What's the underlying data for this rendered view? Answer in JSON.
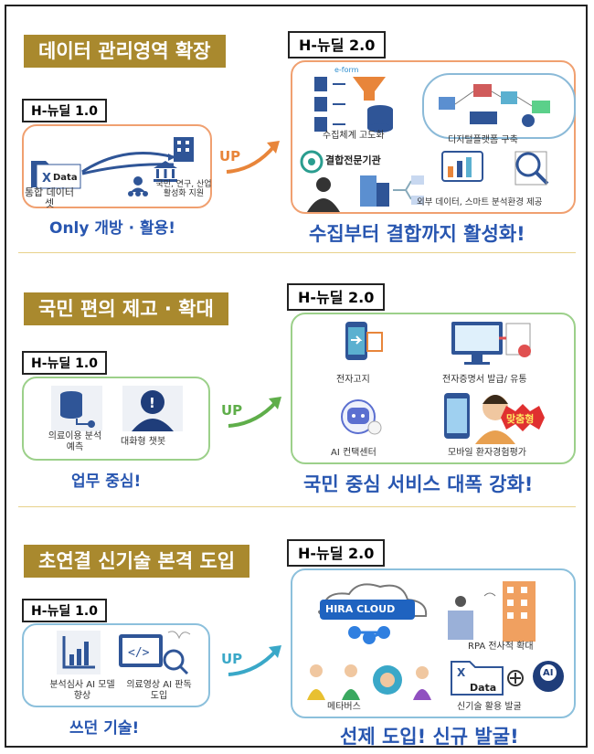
{
  "section1": {
    "title": "데이터 관리영역 확장",
    "v1_label": "H-뉴딜 1.0",
    "v1_items": [
      "통합 데이터셋",
      "국민, 연구, 산업 활성화 지원"
    ],
    "v1_data_text": "Data",
    "v1_slogan": "Only 개방 · 활용!",
    "up": "UP",
    "v2_label": "H-뉴딜 2.0",
    "v2_items": [
      "수집체계 고도화",
      "디지털플랫폼 구축",
      "결합전문기관",
      "외부 데이터, 스마트 분석환경 제공"
    ],
    "eform_text": "e-form",
    "v2_slogan": "수집부터 결합까지 활성화!"
  },
  "section2": {
    "title": "국민 편의 제고 · 확대",
    "v1_label": "H-뉴딜 1.0",
    "v1_items": [
      "의료이용 분석예측",
      "대화형 챗봇"
    ],
    "v1_slogan": "업무 중심!",
    "up": "UP",
    "v2_label": "H-뉴딜 2.0",
    "v2_items": [
      "전자고지",
      "전자증명서 발급/ 유통",
      "AI 컨택센터",
      "모바일 환자경험평가"
    ],
    "badge": "맞춤형",
    "v2_slogan": "국민 중심 서비스 대폭 강화!"
  },
  "section3": {
    "title": "초연결 신기술 본격 도입",
    "v1_label": "H-뉴딜 1.0",
    "v1_items": [
      "분석심사 AI 모델 향상",
      "의료영상 AI 판독 도입"
    ],
    "v1_slogan": "쓰던 기술!",
    "up": "UP",
    "v2_label": "H-뉴딜 2.0",
    "v2_items": [
      "RPA 전사적 확대",
      "메타버스",
      "신기술 활용 발굴"
    ],
    "cloud_text": "HIRA CLOUD",
    "data_text": "Data",
    "ai_text": "AI",
    "v2_slogan": "선제 도입! 신규 발굴!"
  },
  "colors": {
    "gold": "#a9892e",
    "blue_text": "#2856b0",
    "orange": "#f0a070",
    "green": "#9cd08a",
    "sky": "#8cc0dc"
  }
}
